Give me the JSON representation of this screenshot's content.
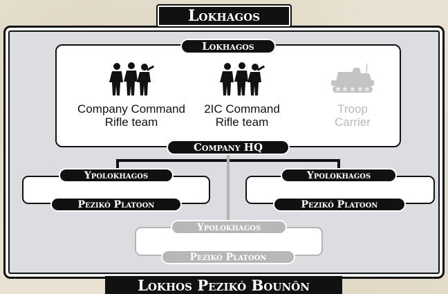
{
  "formation": {
    "commander_title": "Lokhagos",
    "name": "Lokhos Pezikó Bounôn"
  },
  "hq": {
    "commander_title": "Lokhagos",
    "name": "Company HQ",
    "units": [
      {
        "label_line1": "Company Command",
        "label_line2": "Rifle team",
        "icon": "rifle-team-icon",
        "optional": false
      },
      {
        "label_line1": "2IC Command",
        "label_line2": "Rifle team",
        "icon": "rifle-team-icon",
        "optional": false
      },
      {
        "label_line1": "Troop",
        "label_line2": "Carrier",
        "icon": "troop-carrier-icon",
        "optional": true
      }
    ]
  },
  "platoons": [
    {
      "commander_title": "Ypolokhagos",
      "name": "Pezikó Platoon",
      "optional": false
    },
    {
      "commander_title": "Ypolokhagos",
      "name": "Pezikó Platoon",
      "optional": false
    },
    {
      "commander_title": "Ypolokhagos",
      "name": "Pezikó Platoon",
      "optional": true
    }
  ],
  "colors": {
    "frame": "#111111",
    "panel": "#dbdde0",
    "optional": "#b4b4b4",
    "background": "#e9e2d2"
  }
}
